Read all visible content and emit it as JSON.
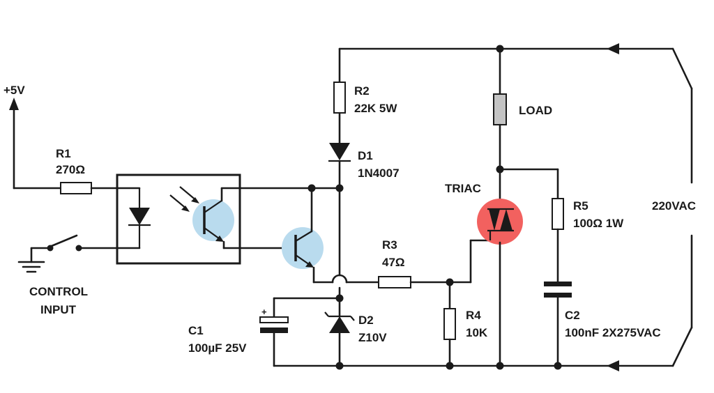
{
  "labels": {
    "vcc": "+5V",
    "r1_name": "R1",
    "r1_value": "270Ω",
    "control_line1": "CONTROL",
    "control_line2": "INPUT",
    "r2_name": "R2",
    "r2_value": "22K 5W",
    "d1_name": "D1",
    "d1_value": "1N4007",
    "load": "LOAD",
    "triac": "TRIAC",
    "r5_name": "R5",
    "r5_value": "100Ω 1W",
    "mains": "220VAC",
    "r3_name": "R3",
    "r3_value": "47Ω",
    "c1_name": "C1",
    "c1_value": "100µF 25V",
    "d2_name": "D2",
    "d2_value": "Z10V",
    "r4_name": "R4",
    "r4_value": "10K",
    "c2_name": "C2",
    "c2_value": "100nF 2X275VAC",
    "c1_plus": "+"
  },
  "colors": {
    "wire": "#1a1a1a",
    "transistor_fill": "#b9dbee",
    "triac_fill": "#f2615f",
    "load_fill": "#c4c4c4"
  }
}
